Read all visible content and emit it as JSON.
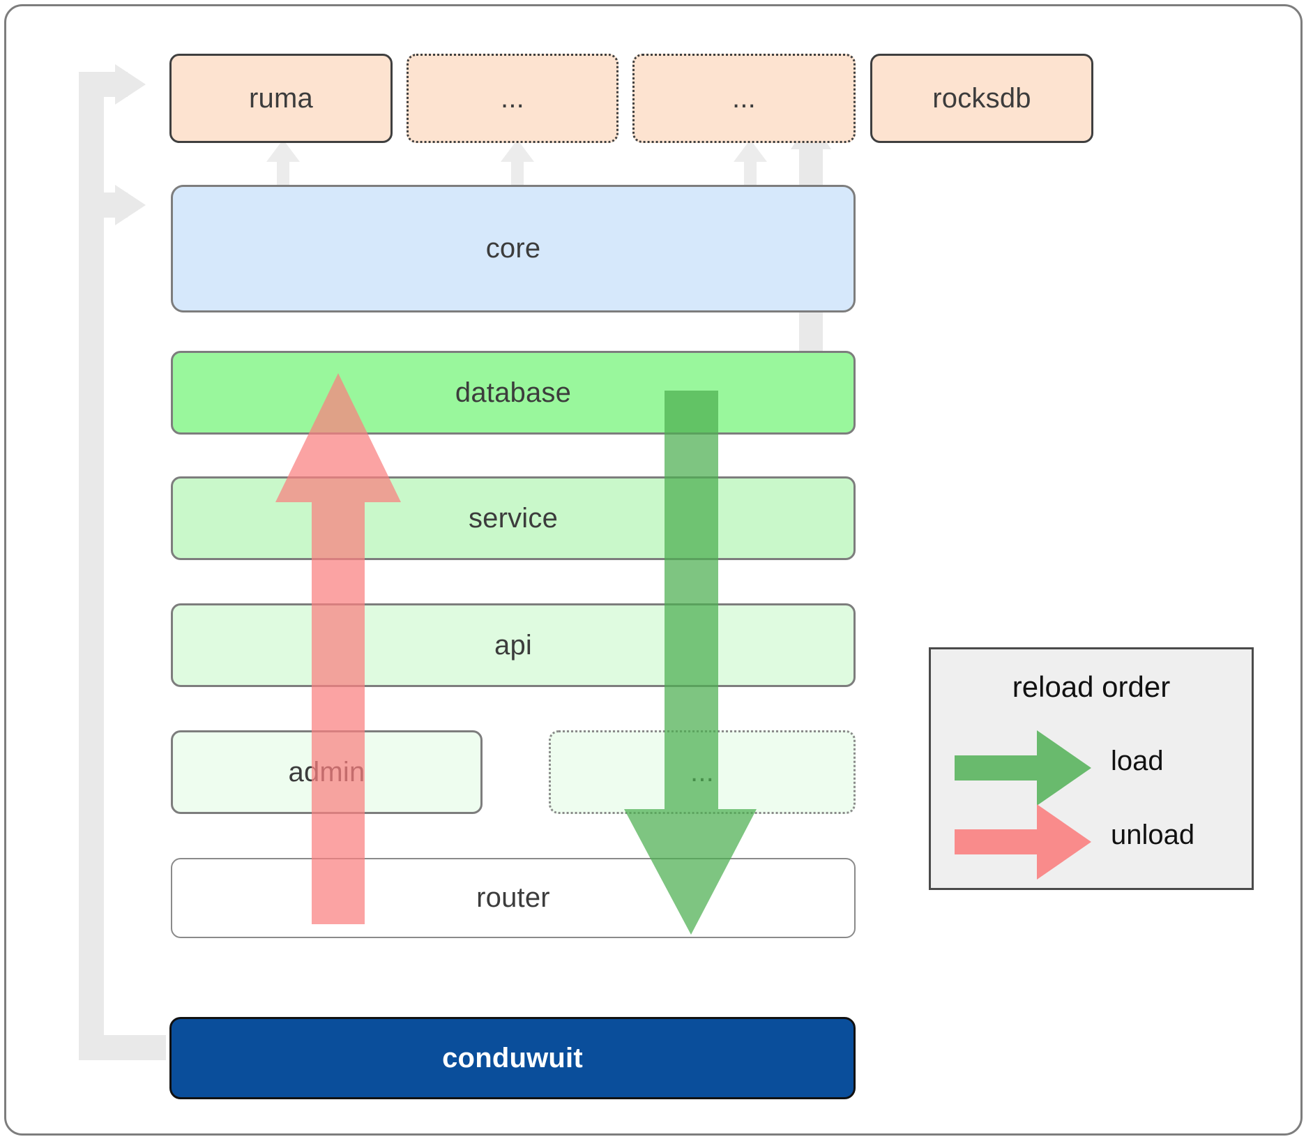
{
  "diagram": {
    "title": "conduwuit crate dependency / reload order diagram",
    "colors": {
      "dependency_fill": "#fde3d0",
      "core_fill": "#d6e8fb",
      "database_fill": "#99f79c",
      "service_fill": "#c9f8ca",
      "api_fill": "#dffbe0",
      "admin_fill": "#eefdef",
      "router_fill": "#ffffff",
      "conduwuit_fill": "#0a4e9b",
      "connector": "#e9e9e9",
      "load_arrow": "#4caf50",
      "unload_arrow": "#fa8080",
      "legend_bg": "#efefef",
      "border": "#7d7d7d"
    },
    "dependencies": [
      {
        "label": "ruma",
        "style": "solid"
      },
      {
        "label": "...",
        "style": "dotted"
      },
      {
        "label": "...",
        "style": "dotted"
      },
      {
        "label": "rocksdb",
        "style": "solid"
      }
    ],
    "layers": [
      {
        "label": "core",
        "style": "solid"
      },
      {
        "label": "database",
        "style": "solid"
      },
      {
        "label": "service",
        "style": "solid"
      },
      {
        "label": "api",
        "style": "solid"
      },
      {
        "label": "admin",
        "style": "solid"
      },
      {
        "label": "...",
        "style": "dotted"
      },
      {
        "label": "router",
        "style": "solid"
      }
    ],
    "root": {
      "label": "conduwuit"
    }
  },
  "legend": {
    "title": "reload order",
    "entries": [
      {
        "label": "load",
        "color": "#4caf50"
      },
      {
        "label": "unload",
        "color": "#fa8080"
      }
    ]
  }
}
